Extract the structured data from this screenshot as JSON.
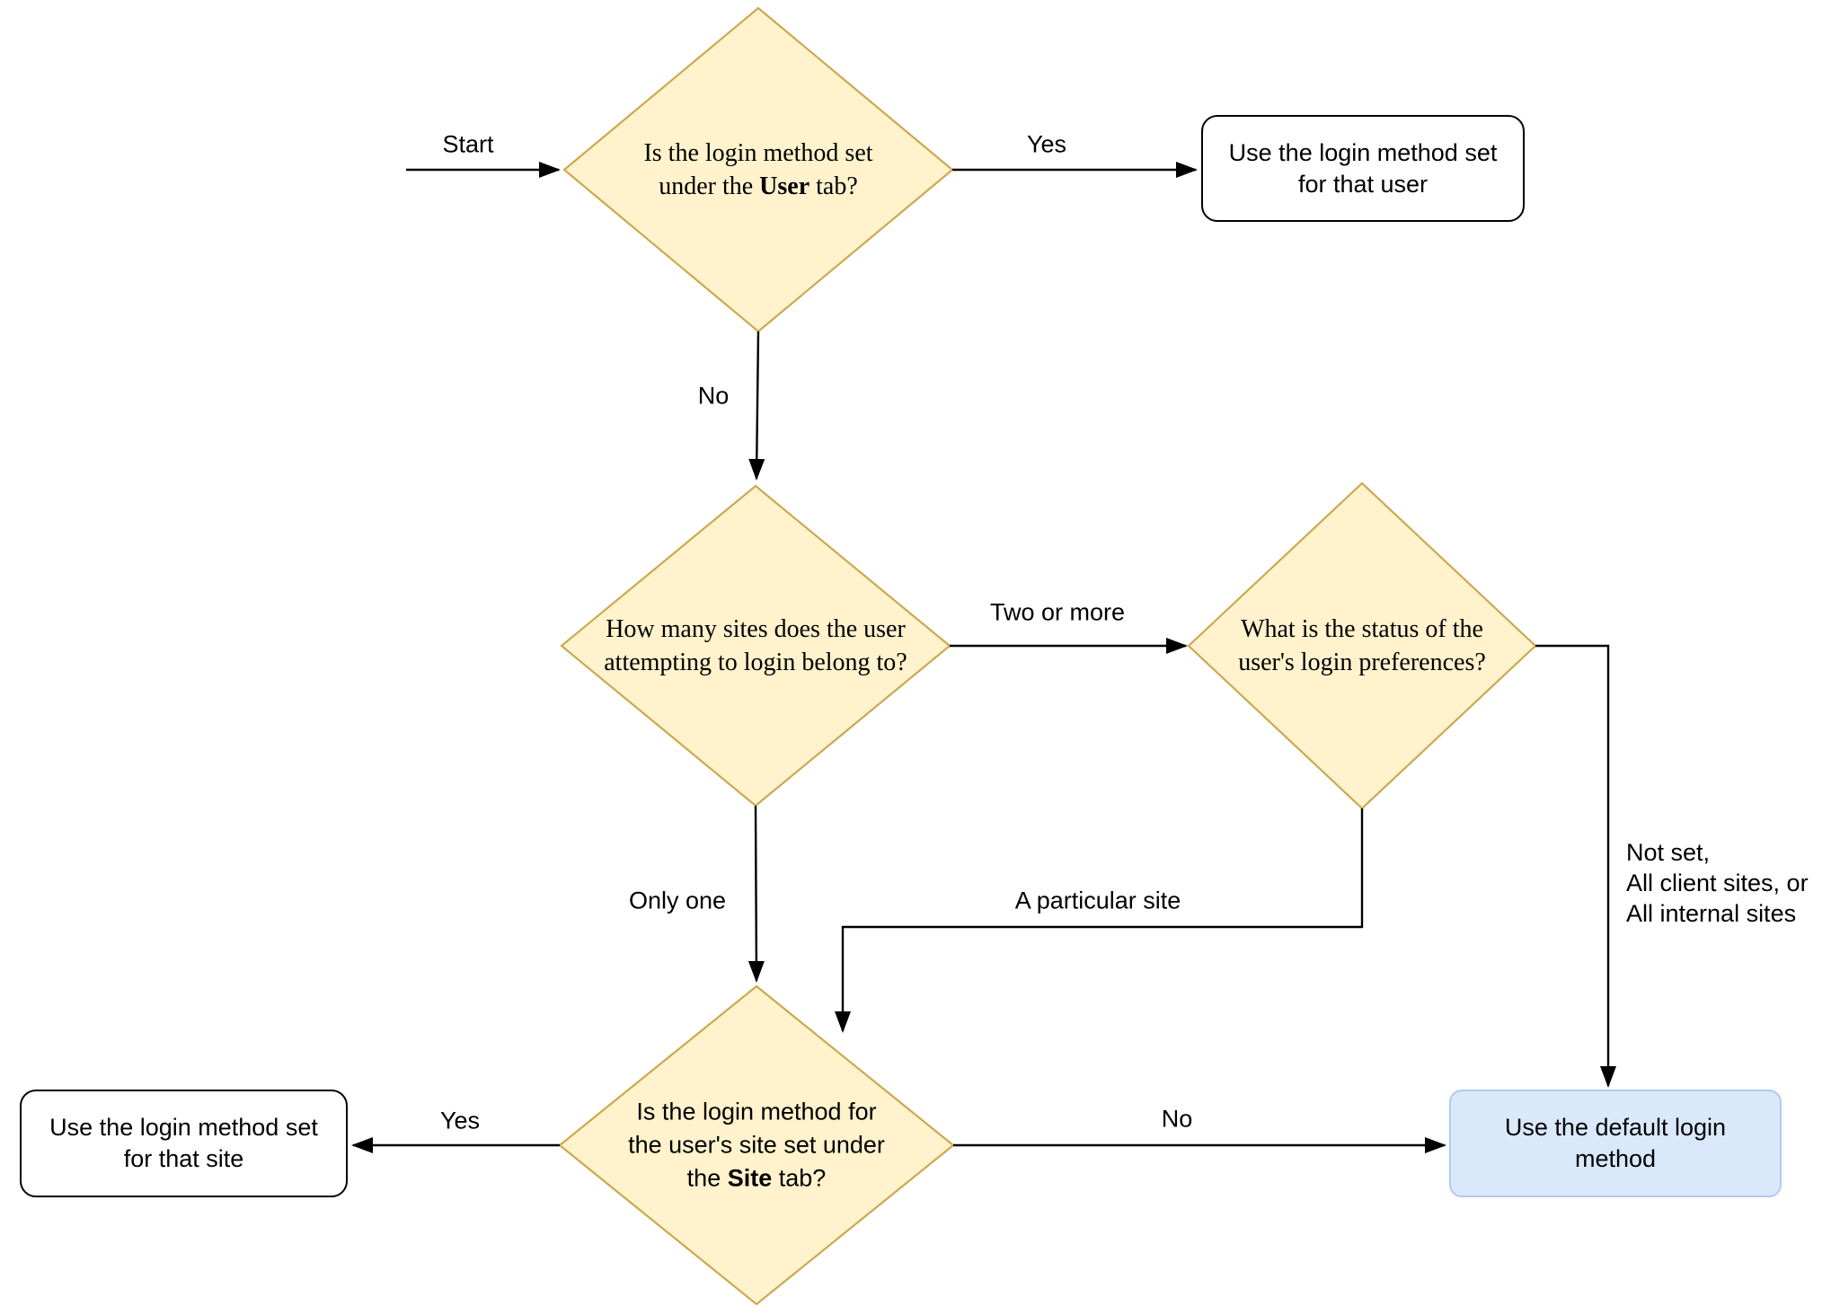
{
  "flowchart": {
    "start_label": "Start",
    "decisions": {
      "user_tab": {
        "line1": "Is the login method set",
        "line2_prefix": "under the ",
        "line2_bold": "User",
        "line2_suffix": " tab?"
      },
      "site_count": {
        "line1": "How many sites does the user",
        "line2": "attempting to login belong to?"
      },
      "login_prefs": {
        "line1": "What is the status of the",
        "line2": "user's login preferences?"
      },
      "site_tab": {
        "line1": "Is the login method for",
        "line2": "the user's site set under",
        "line3_prefix": "the ",
        "line3_bold": "Site",
        "line3_suffix": " tab?"
      }
    },
    "terminals": {
      "user_method": {
        "line1": "Use the login method set",
        "line2": "for that user"
      },
      "site_method": {
        "line1": "Use the login method set",
        "line2": "for that site"
      },
      "default_method": {
        "line1": "Use the default login",
        "line2": "method"
      }
    },
    "edge_labels": {
      "yes_user": "Yes",
      "no_user": "No",
      "two_or_more": "Two or more",
      "only_one": "Only one",
      "particular_site": "A particular site",
      "not_set_1": "Not set,",
      "not_set_2": "All client sites, or",
      "not_set_3": "All internal sites",
      "yes_site": "Yes",
      "no_site": "No"
    },
    "colors": {
      "decision_fill": "#FFF2CC",
      "decision_stroke": "#CBA950",
      "terminal_fill": "#FFFFFF",
      "terminal_stroke": "#000000",
      "highlight_fill": "#DAE8FC",
      "highlight_stroke": "#AECBF0",
      "edge_color": "#000000"
    }
  }
}
